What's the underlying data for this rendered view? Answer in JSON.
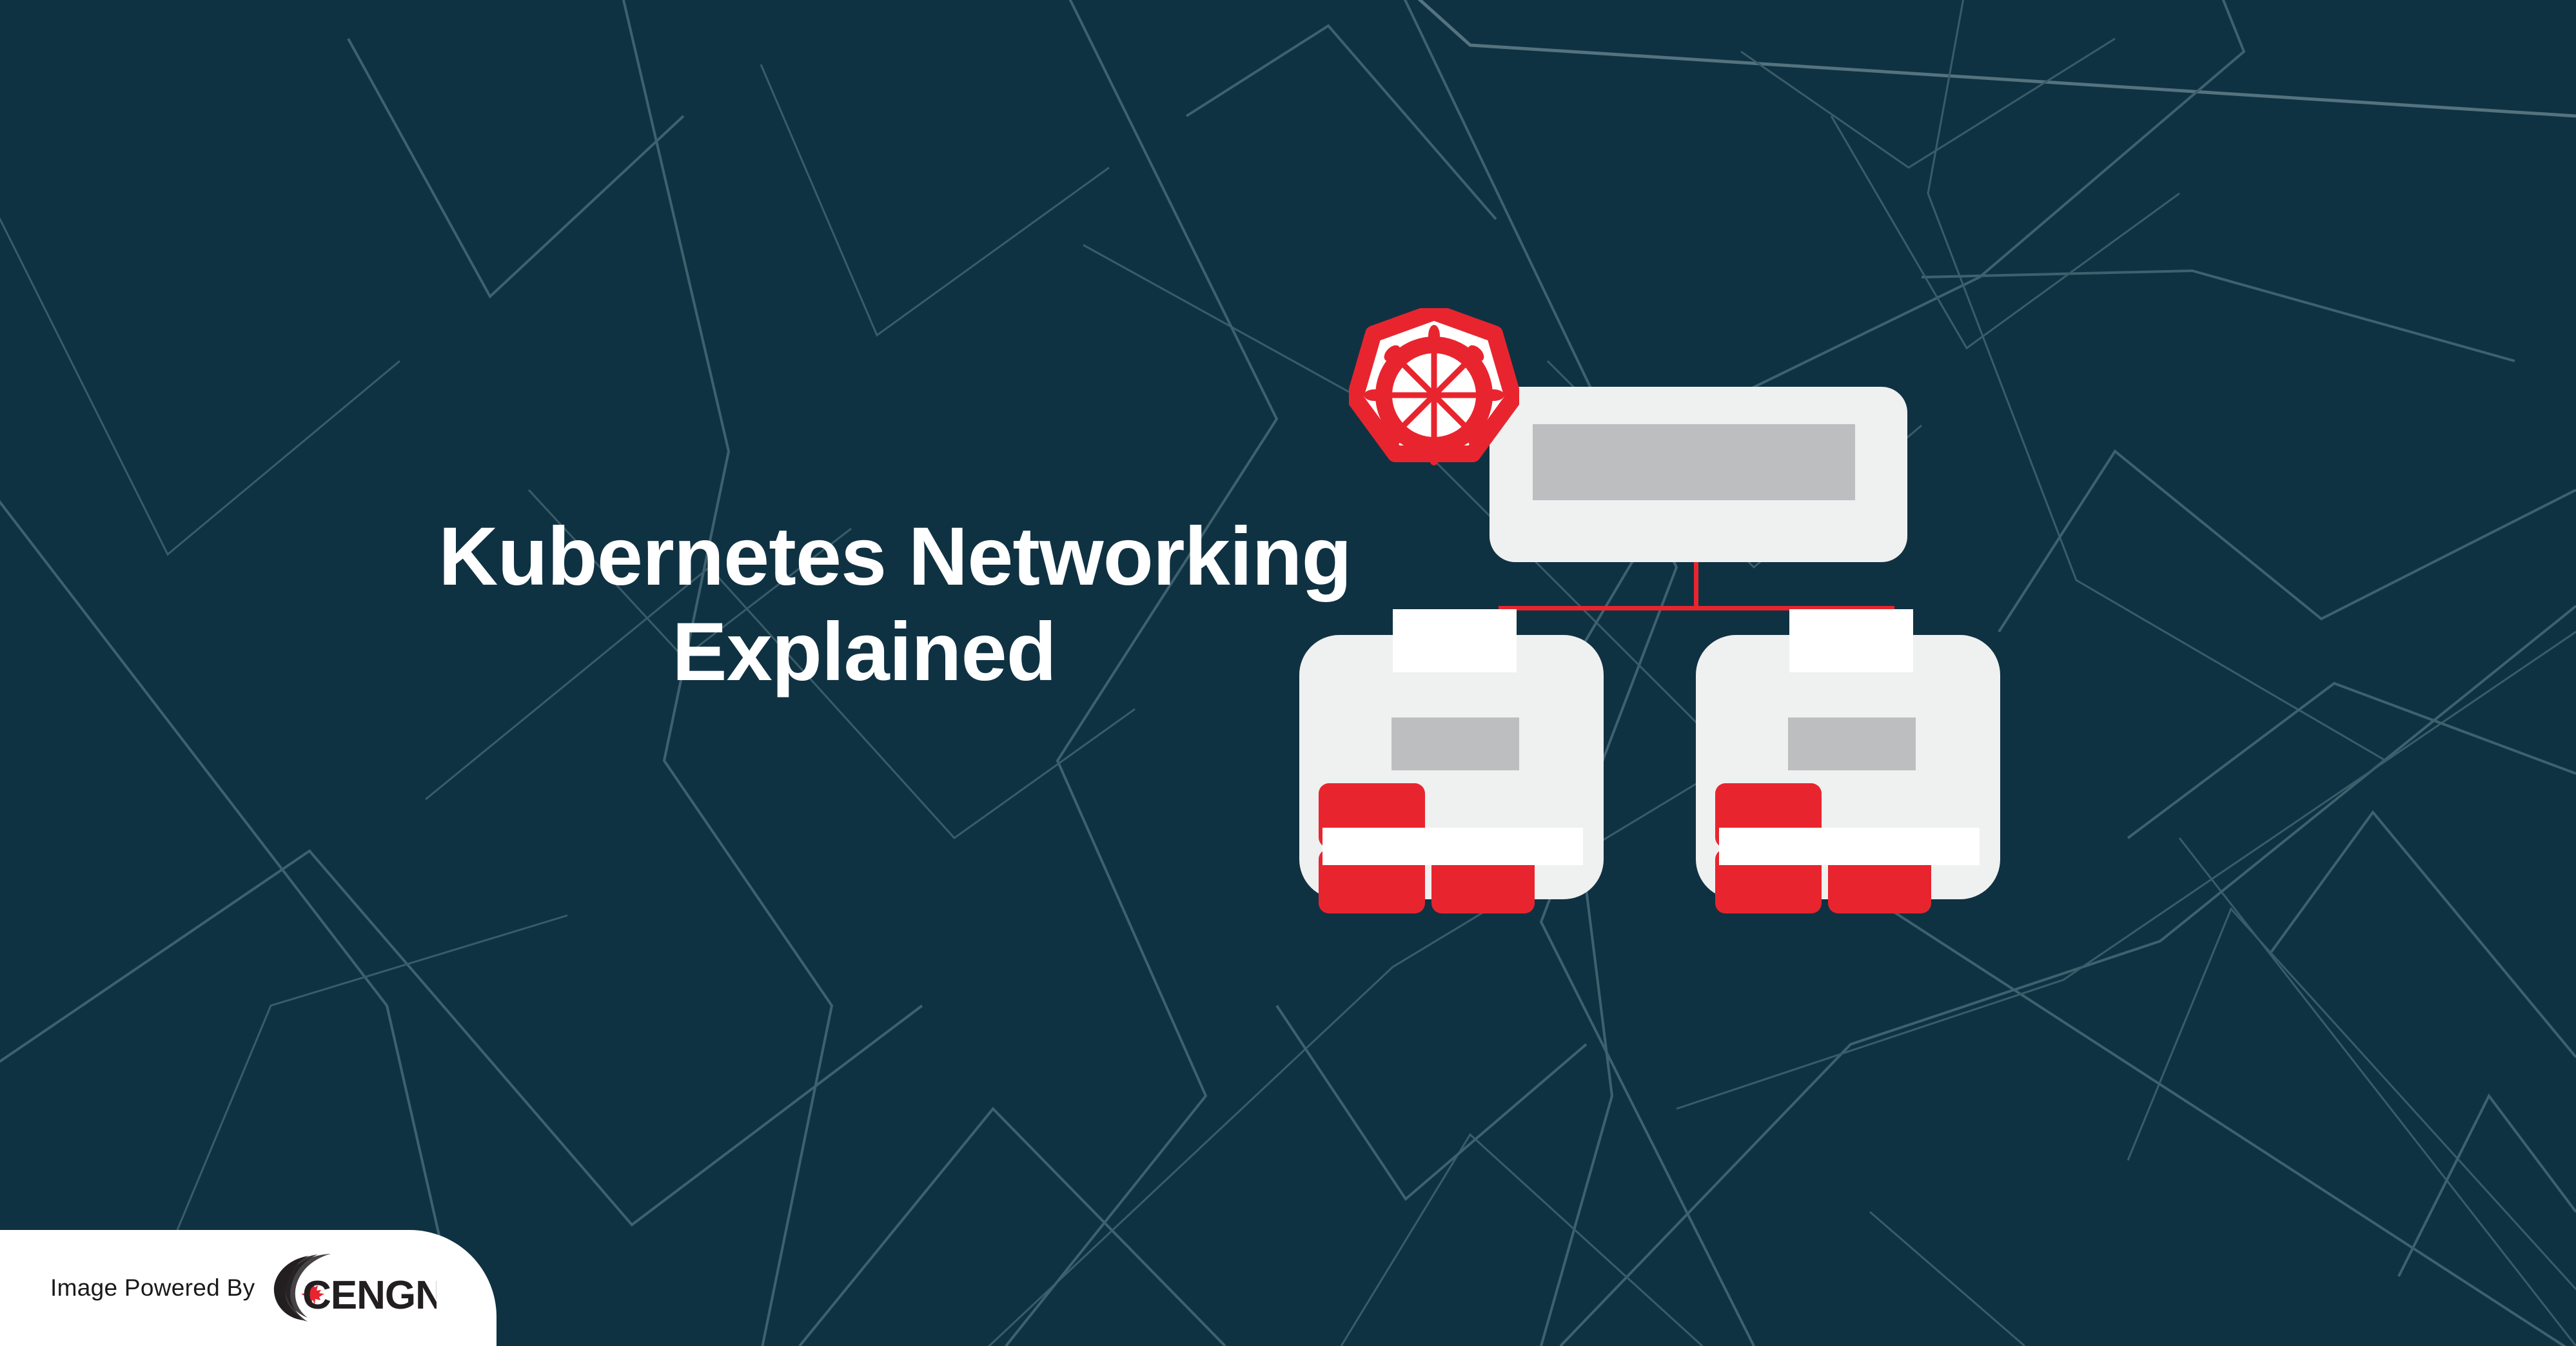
{
  "page": {
    "background_color": "#0f3243",
    "accent_red": "#e8252e",
    "card_gray": "#eff0f0",
    "bar_gray": "#bcbec0",
    "text_white": "#ffffff",
    "network_line_color": "#3f616e"
  },
  "headline": {
    "line1": "Kubernetes Networking",
    "line2": "Explained",
    "full_text": "Kubernetes Networking Explained"
  },
  "logo": {
    "name": "kubernetes-logo",
    "icon": "kubernetes-helm-wheel-icon",
    "shape": "heptagon",
    "color": "#e8252e",
    "fill": "#ffffff"
  },
  "diagram": {
    "name": "kubernetes-cluster-diagram",
    "master": {
      "name": "master-node",
      "bar": "master-node-bar"
    },
    "connectors": [
      {
        "name": "connector-master-to-bus",
        "orientation": "vertical"
      },
      {
        "name": "connector-bus",
        "orientation": "horizontal"
      },
      {
        "name": "connector-bus-to-worker-1",
        "orientation": "vertical"
      },
      {
        "name": "connector-bus-to-worker-2",
        "orientation": "vertical"
      }
    ],
    "workers": [
      {
        "name": "worker-node-1",
        "tab": "worker-node-1-tab",
        "bar": "worker-node-1-bar",
        "pods": [
          "pod-1a",
          "pod-1b",
          "pod-1c"
        ],
        "network_strip": "worker-node-1-network-strip"
      },
      {
        "name": "worker-node-2",
        "tab": "worker-node-2-tab",
        "bar": "worker-node-2-bar",
        "pods": [
          "pod-2a",
          "pod-2b",
          "pod-2c"
        ],
        "network_strip": "worker-node-2-network-strip"
      }
    ]
  },
  "attribution": {
    "prefix_text": "Image Powered By",
    "brand": "CENGN",
    "brand_mark": "cengn-swoosh-icon",
    "maple_leaf": "maple-leaf-icon",
    "maple_leaf_color": "#e8252e",
    "brand_text_color": "#231f20"
  }
}
